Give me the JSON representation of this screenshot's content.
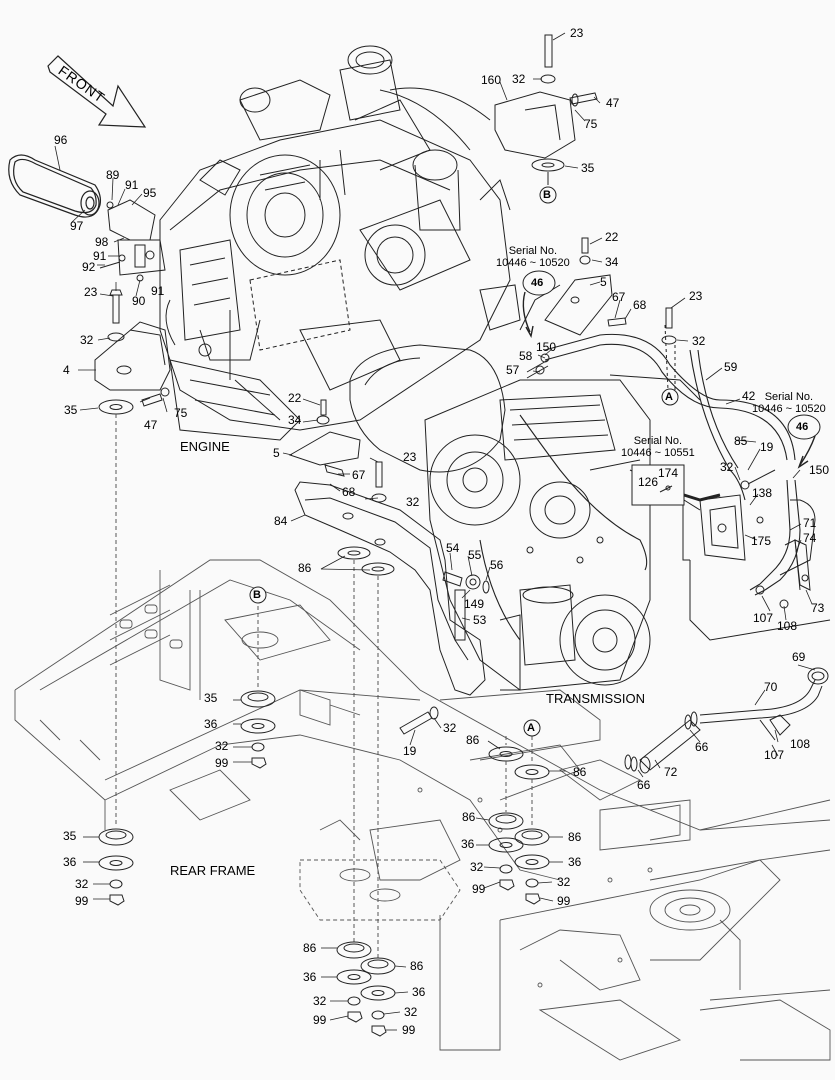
{
  "diagram": {
    "direction_label": "FRONT",
    "section_labels": {
      "engine": "ENGINE",
      "transmission": "TRANSMISSION",
      "rear_frame": "REAR FRAME"
    },
    "serial_notes": {
      "top": [
        "Serial No.",
        "10446 ~ 10520"
      ],
      "middle": [
        "Serial No.",
        "10446 ~ 10551"
      ],
      "right": [
        "Serial No.",
        "10446 ~ 10520"
      ]
    },
    "callouts": {
      "A": "A",
      "B": "B",
      "ref_46": "46"
    },
    "part_numbers": {
      "p96": "96",
      "p97": "97",
      "p89": "89",
      "p91a": "91",
      "p95": "95",
      "p98": "98",
      "p91b": "91",
      "p92": "92",
      "p91c": "91",
      "p90": "90",
      "p23a": "23",
      "p32a": "32",
      "p4": "4",
      "p35a": "35",
      "p47a": "47",
      "p75a": "75",
      "p23b": "23",
      "p32b": "32",
      "p160": "160",
      "p47b": "47",
      "p75b": "75",
      "p35b": "35",
      "p22a": "22",
      "p34a": "34",
      "p5a": "5",
      "p67a": "67",
      "p68a": "68",
      "p23c": "23",
      "p32c": "32",
      "p58": "58",
      "p57": "57",
      "p150a": "150",
      "p59": "59",
      "p42": "42",
      "p85": "85",
      "p19a": "19",
      "p150b": "150",
      "p22b": "22",
      "p34b": "34",
      "p5b": "5",
      "p67b": "67",
      "p68b": "68",
      "p23d": "23",
      "p32d": "32",
      "p84": "84",
      "p86a": "86",
      "p54": "54",
      "p55": "55",
      "p56": "56",
      "p149": "149",
      "p53": "53",
      "p126": "126",
      "p174": "174",
      "p32e": "32",
      "p138": "138",
      "p71": "71",
      "p175": "175",
      "p74": "74",
      "p73": "73",
      "p107a": "107",
      "p108a": "108",
      "p69": "69",
      "p70": "70",
      "p66a": "66",
      "p108b": "108",
      "p107b": "107",
      "p66b": "66",
      "p72": "72",
      "p35c": "35",
      "p36a": "36",
      "p32f": "32",
      "p99a": "99",
      "p19b": "19",
      "p32g": "32",
      "p86b": "86",
      "p86c": "86",
      "p86d": "86",
      "p86e": "86",
      "p36b": "36",
      "p36c": "36",
      "p32h": "32",
      "p32i": "32",
      "p99b": "99",
      "p99c": "99",
      "p35d": "35",
      "p36d": "36",
      "p32j": "32",
      "p99d": "99",
      "p86f": "86",
      "p86g": "86",
      "p36e": "36",
      "p36f": "36",
      "p32k": "32",
      "p32l": "32",
      "p99e": "99",
      "p99f": "99"
    }
  }
}
